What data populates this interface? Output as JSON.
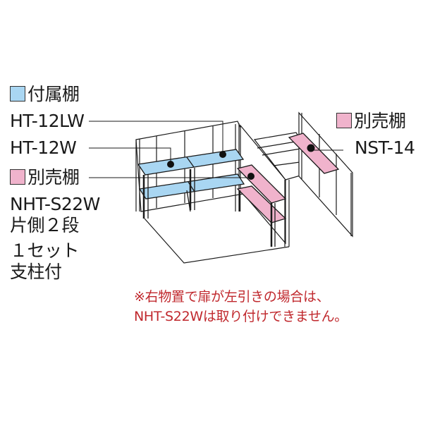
{
  "colors": {
    "included_shelf": "#a9d6f2",
    "optional_shelf": "#f0b3cc",
    "note_text": "#c0282d",
    "line": "#1a1a1a"
  },
  "legend_left_top": {
    "swatch": "included_shelf",
    "title": "付属棚",
    "models": [
      "HT-12LW",
      "HT-12W"
    ]
  },
  "legend_left_bottom": {
    "swatch": "optional_shelf",
    "title": "別売棚",
    "model": "NHT-S22W",
    "details": [
      "片側２段",
      "１セット",
      "支柱付"
    ]
  },
  "legend_right": {
    "swatch": "optional_shelf",
    "title": "別売棚",
    "model": "NST-14"
  },
  "note": {
    "lines": [
      "※右物置で扉が左引きの場合は、",
      "NHT-S22Wは取り付けできません。"
    ]
  }
}
